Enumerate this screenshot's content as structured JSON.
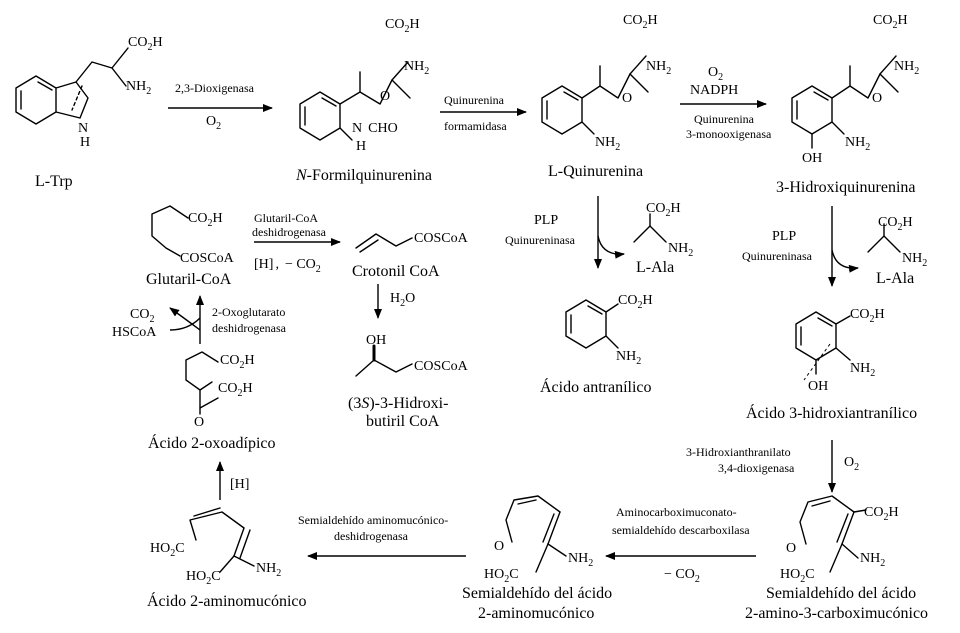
{
  "compounds": {
    "ltrp": "L-Trp",
    "nformil_prefix": "N",
    "nformil_rest": "-Formilquinurenina",
    "lquin": "L-Quinurenina",
    "hidroxiquin": "3-Hidroxiquinurenina",
    "glutaril": "Glutaril-CoA",
    "crotonil": "Crotonil CoA",
    "hidroxibutiril_1a": "(3",
    "hidroxibutiril_1b": "S",
    "hidroxibutiril_1c": ")-3-Hidroxi-",
    "hidroxibutiril_2": "butiril CoA",
    "antranilico": "Ácido antranílico",
    "hidroxiantranilico": "Ácido 3-hidroxiantranílico",
    "oxoadipico": "Ácido 2-oxoadípico",
    "aminomuconico": "Ácido 2-aminomucónico",
    "semi_amino_1": "Semialdehído del ácido",
    "semi_amino_2": "2-aminomucónico",
    "semi_carboxi_1": "Semialdehído del ácido",
    "semi_carboxi_2": "2-amino-3-carboximucónico",
    "lala": "L-Ala"
  },
  "enzymes": {
    "dioxigenasa": "2,3-Dioxigenasa",
    "formamidasa_1": "Quinurenina",
    "formamidasa_2": "formamidasa",
    "monooxigenasa_1": "Quinurenina",
    "monooxigenasa_2": "3-monooxigenasa",
    "quinureninasa": "Quinureninasa",
    "glutaril_dh_1": "Glutaril-CoA",
    "glutaril_dh_2": "deshidrogenasa",
    "oxoglutarato_dh_1": "2-Oxoglutarato",
    "oxoglutarato_dh_2": "deshidrogenasa",
    "hidroxiantranilato_1": "3-Hidroxianthranilato",
    "hidroxiantranilato_2": "3,4-dioxigenasa",
    "descarboxilasa_1": "Aminocarboximuconato-",
    "descarboxilasa_2": "semialdehído descarboxilasa",
    "semialdehido_dh_1": "Semialdehído aminomucónico-",
    "semialdehido_dh_2": "deshidrogenasa"
  },
  "cofactors": {
    "o2": "O",
    "nadph": "NADPH",
    "plp": "PLP",
    "h2o": "H",
    "h": "[H]",
    "minus_co2": "− CO",
    "co2": "CO",
    "hscoa": "HSCoA"
  },
  "groups": {
    "co2h": "CO",
    "nh2": "NH",
    "nh": "N",
    "h": "H",
    "cho": "CHO",
    "o": "O",
    "oh": "OH",
    "ho2c": "HO",
    "coscoa": "COSCoA",
    "sub2": "2",
    "h_upper": "H",
    "c_ho": "C"
  }
}
